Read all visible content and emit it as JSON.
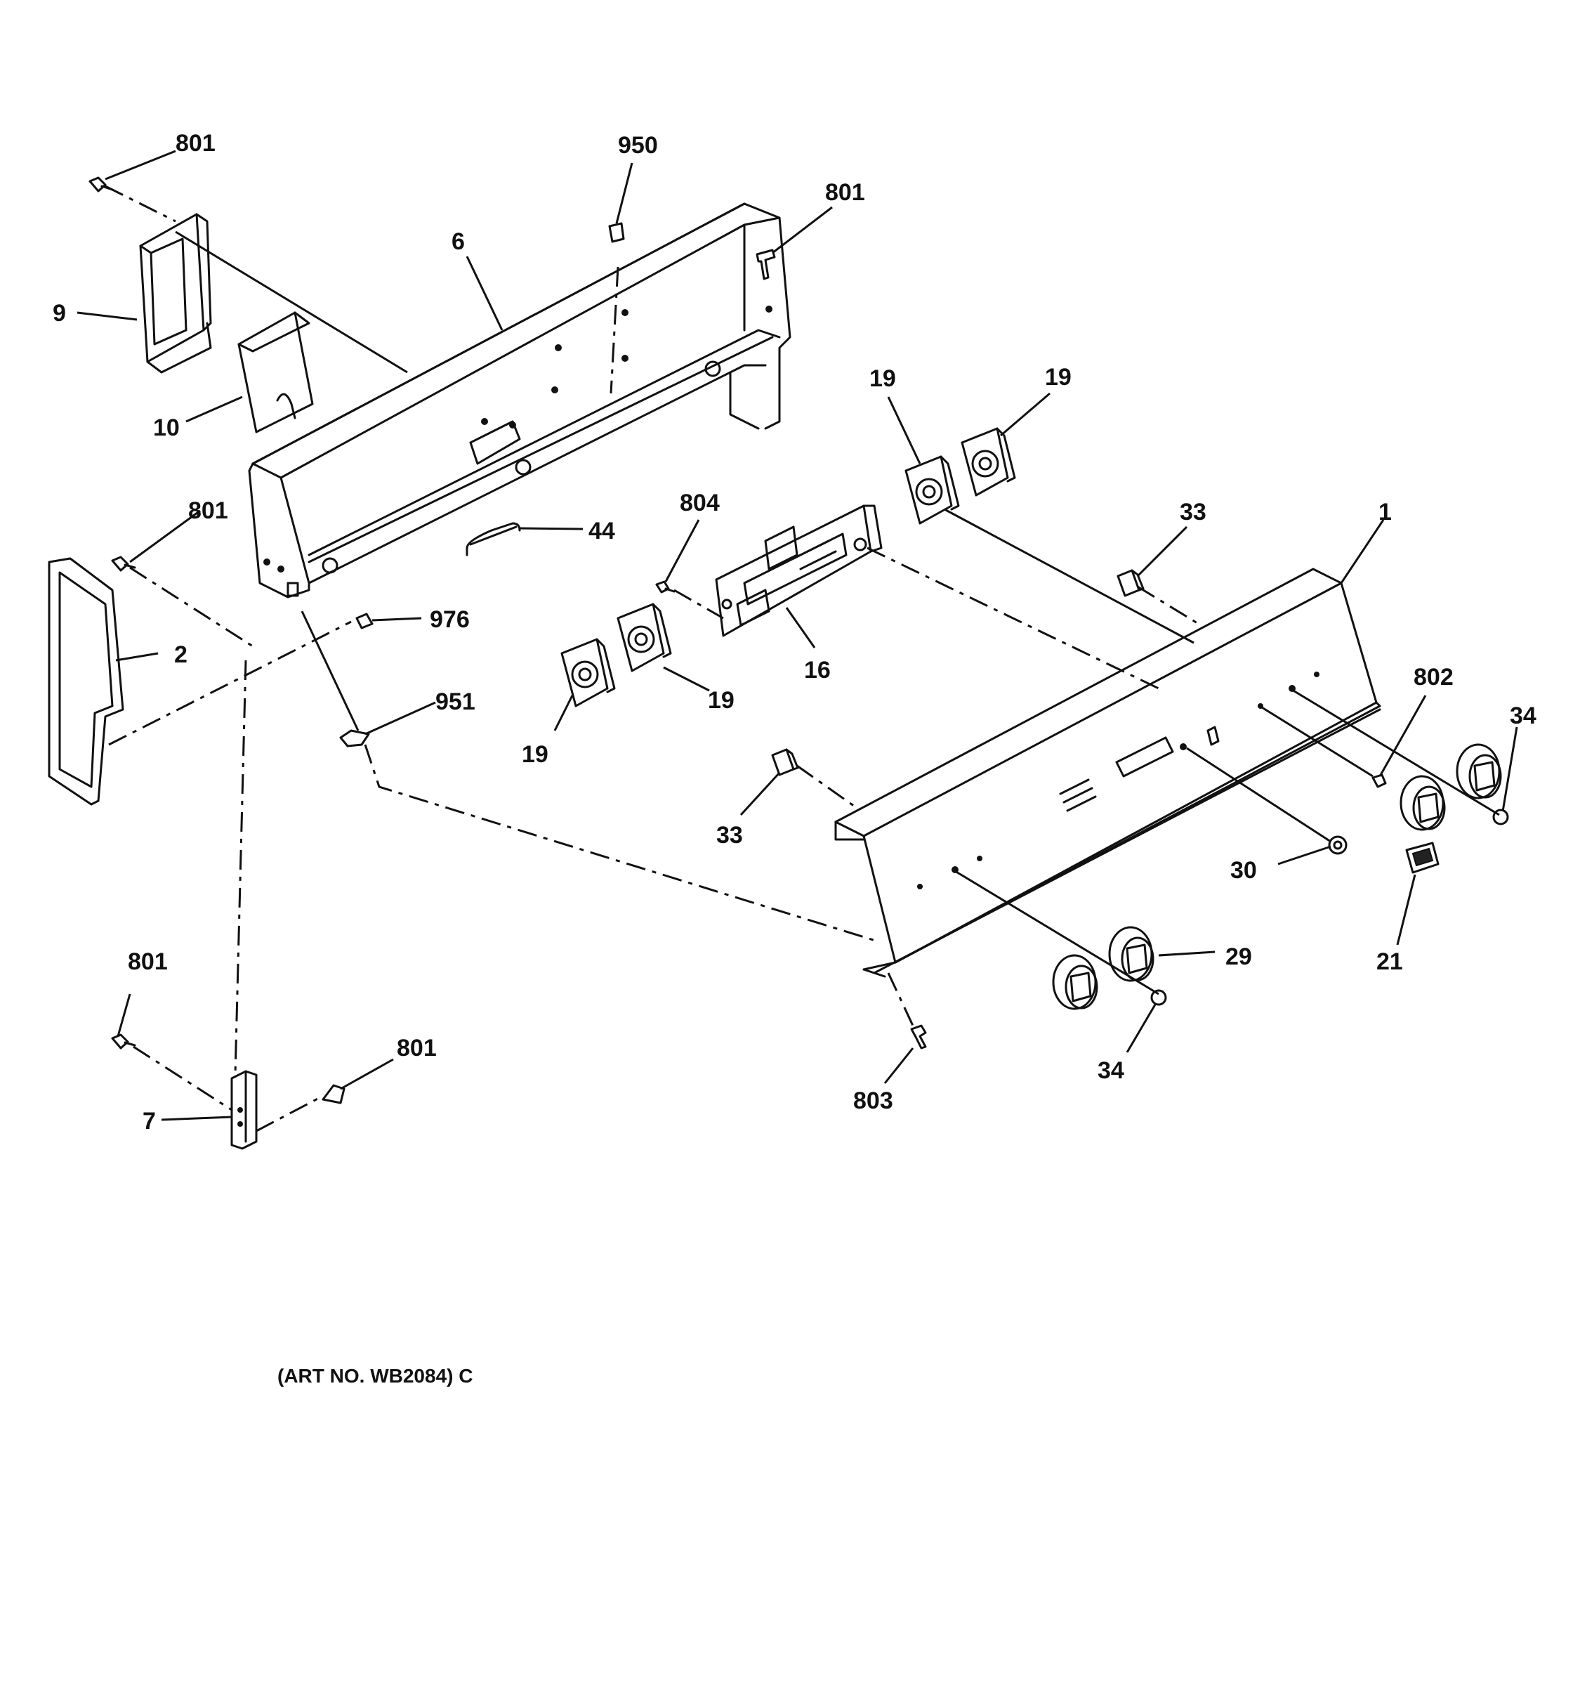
{
  "callouts": {
    "c801_a": "801",
    "c950": "950",
    "c801_b": "801",
    "c6": "6",
    "c9": "9",
    "c10": "10",
    "c19_a": "19",
    "c19_b": "19",
    "c801_c": "801",
    "c804": "804",
    "c44": "44",
    "c33_a": "33",
    "c1": "1",
    "c976": "976",
    "c2": "2",
    "c16": "16",
    "c19_c": "19",
    "c951": "951",
    "c19_d": "19",
    "c802": "802",
    "c34_a": "34",
    "c33_b": "33",
    "c30": "30",
    "c29": "29",
    "c21": "21",
    "c801_d": "801",
    "c801_e": "801",
    "c34_b": "34",
    "c803": "803",
    "c7": "7"
  },
  "caption": "(ART NO. WB2084) C"
}
